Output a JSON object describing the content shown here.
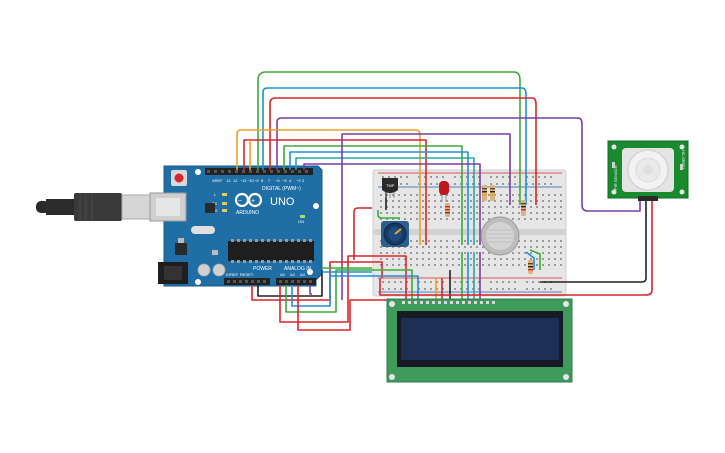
{
  "arduino": {
    "brand": "ARDUINO",
    "model": "UNO",
    "digital_label": "DIGITAL (PWM~)",
    "power_label": "POWER",
    "analog_label": "ANALOG IN",
    "tx_label": "TX",
    "rx_label": "RX",
    "aref_label": "AREF",
    "reset_label": "RESET",
    "ioref_label": "IOREF",
    "l_label": "L",
    "on_label": "ON",
    "digital_pins": [
      "13",
      "12",
      "~11",
      "~10",
      "~9",
      "8",
      "7",
      "~6",
      "~5",
      "4",
      "~3",
      "2",
      "TX→1",
      "RX←0"
    ],
    "power_pins": [
      "3.3V",
      "5V",
      "GND",
      "GND",
      "VIN"
    ],
    "analog_pins": [
      "A0",
      "A1",
      "A2",
      "A3",
      "A4",
      "A5"
    ]
  },
  "transistor": {
    "label": "TMP"
  },
  "pir": {
    "side_label_left": "PIR SENSOR",
    "side_label_right": "HC-SR501"
  },
  "colors": {
    "board_blue": "#1f6fa6",
    "breadboard": "#e6e6e6",
    "lcd_pcb": "#3e9b5c",
    "lcd_screen": "#1e2f55",
    "pir_pcb": "#1a8a2e",
    "wire_red": "#d9252b",
    "wire_green": "#3cab3c",
    "wire_blue": "#1f8fd6",
    "wire_orange": "#f0a020",
    "wire_purple": "#7b3fa3",
    "wire_black": "#222222",
    "wire_teal": "#2aa7a0"
  }
}
